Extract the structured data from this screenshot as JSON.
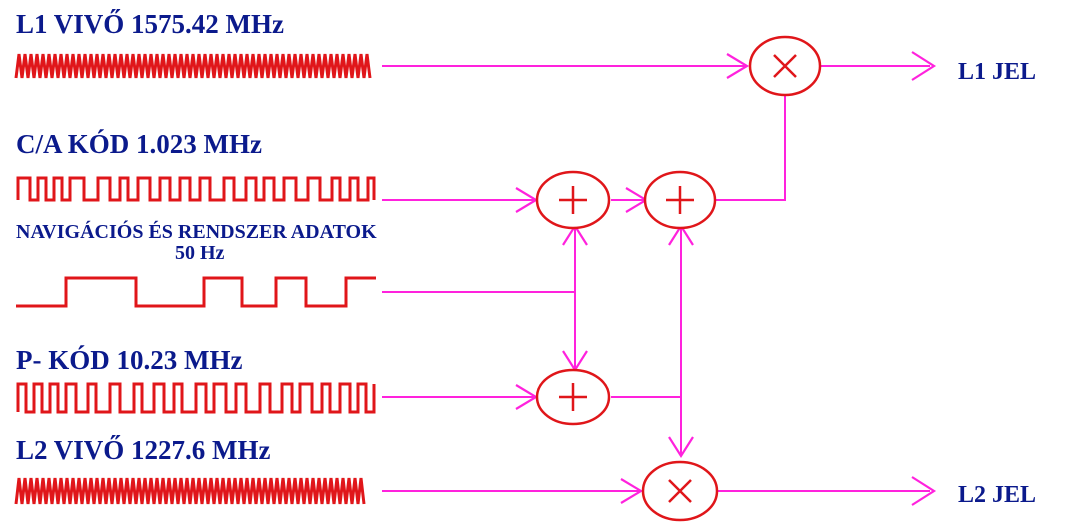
{
  "labels": {
    "l1_carrier": "L1  VIVŐ  1575.42 MHz",
    "ca_code": "C/A KÓD 1.023 MHz",
    "nav_data_line1": "NAVIGÁCIÓS ÉS RENDSZER ADATOK",
    "nav_data_line2": "50 Hz",
    "p_code": "P- KÓD  10.23  MHz",
    "l2_carrier": "L2  VIVŐ  1227.6 MHz",
    "l1_output": "L1 JEL",
    "l2_output": "L2 JEL"
  },
  "colors": {
    "text": "#0b1a8c",
    "waveform": "#e0161a",
    "wire": "#ff22dd",
    "operator": "#e0161a"
  },
  "operators": [
    "multiply",
    "add",
    "add",
    "add",
    "multiply"
  ]
}
